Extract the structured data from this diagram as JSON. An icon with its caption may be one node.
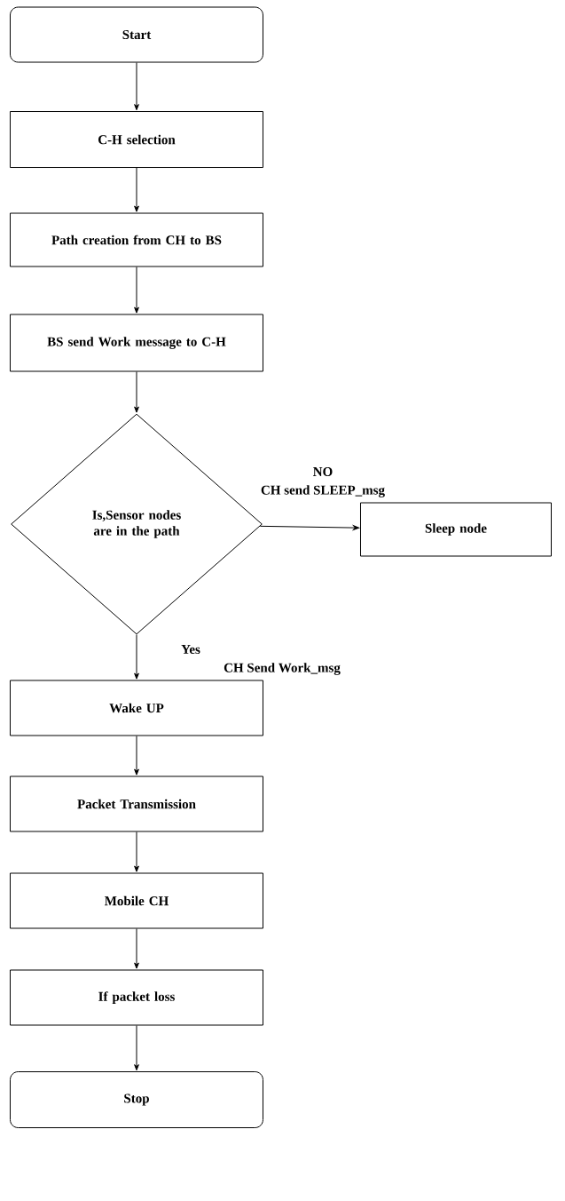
{
  "diagram": {
    "nodes": [
      {
        "text": [
          "Start"
        ]
      },
      {
        "text": [
          "C-H selection"
        ]
      },
      {
        "text": [
          "Path creation from CH to BS"
        ]
      },
      {
        "text": [
          "BS send Work message to C-H"
        ]
      },
      {
        "text": [
          "Is,Sensor nodes are in the path"
        ]
      },
      {
        "text": [
          "Sleep node"
        ]
      },
      {
        "text": [
          "Wake UP"
        ]
      },
      {
        "text": [
          "Packet Transmission"
        ]
      },
      {
        "text": [
          "Mobile CH"
        ]
      },
      {
        "text": [
          "If packet loss"
        ]
      },
      {
        "text": [
          "Stop"
        ]
      }
    ],
    "edges": [
      {
        "from": 0,
        "to": 1,
        "arrow": "to"
      },
      {
        "from": 1,
        "to": 2,
        "arrow": "to"
      },
      {
        "from": 2,
        "to": 3,
        "arrow": "to"
      },
      {
        "from": 3,
        "to": 4,
        "arrow": "to"
      },
      {
        "from": 4,
        "to": 5,
        "arrow": "to",
        "label": "NO"
      },
      {
        "from": 4,
        "to": 6,
        "arrow": "to",
        "label": "Yes"
      },
      {
        "from": 6,
        "to": 7,
        "arrow": "to"
      },
      {
        "from": 7,
        "to": 8,
        "arrow": "to"
      },
      {
        "from": 8,
        "to": 9,
        "arrow": "to"
      },
      {
        "from": 9,
        "to": 10,
        "arrow": "to"
      }
    ],
    "labels": [
      "CH send SLEEP_msg",
      "CH Send Work_msg"
    ]
  }
}
